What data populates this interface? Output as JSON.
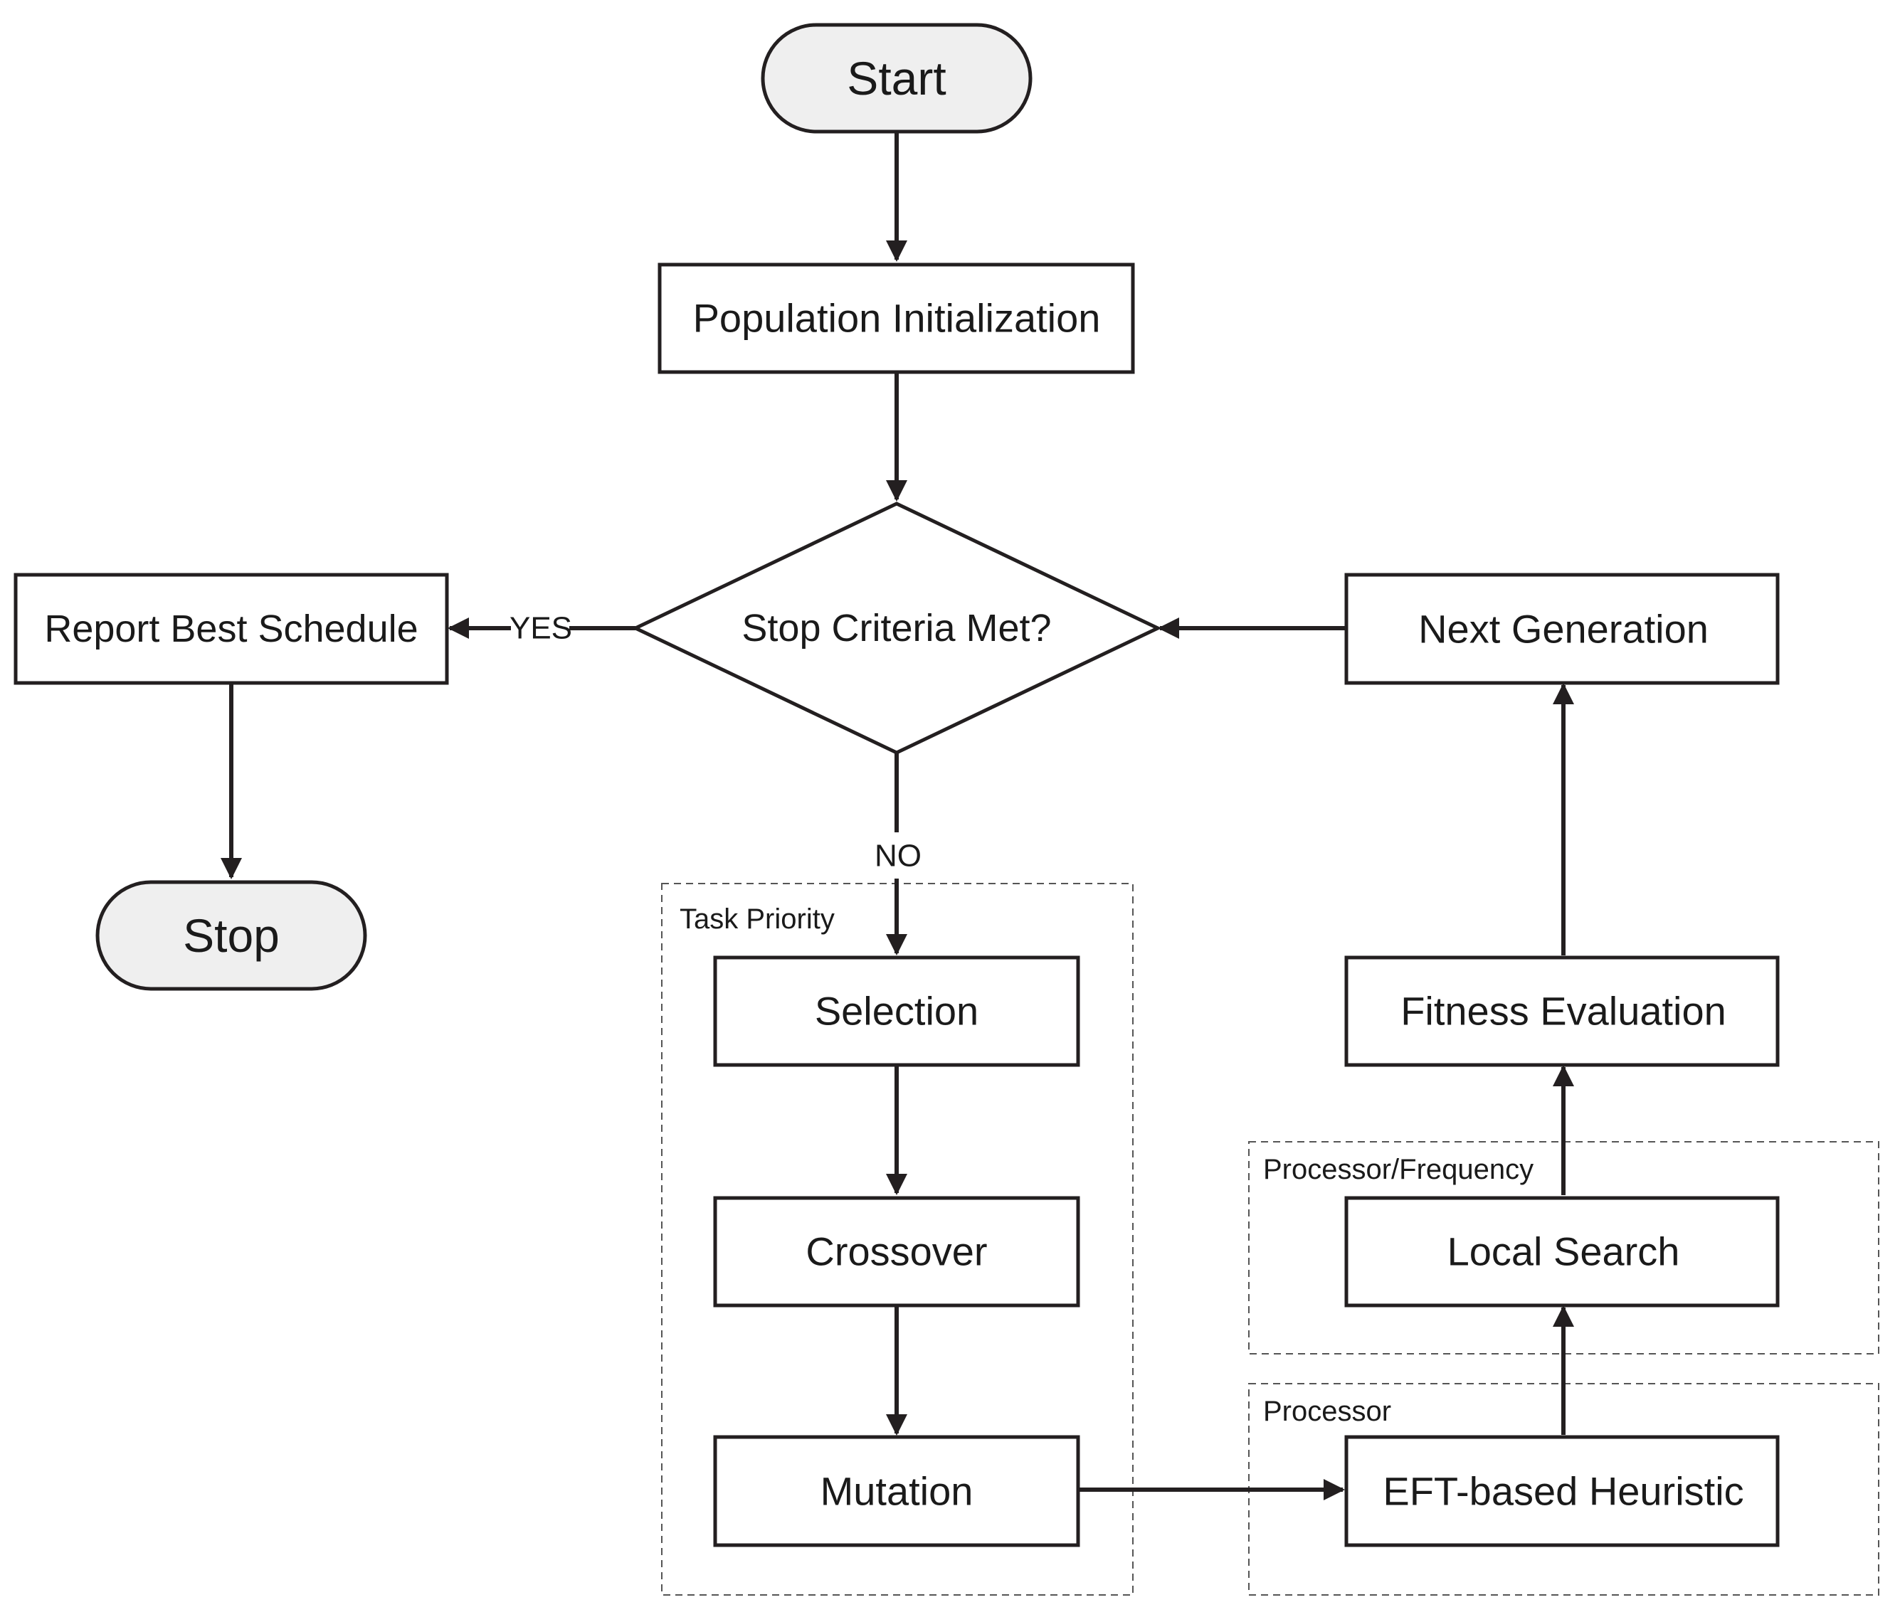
{
  "nodes": {
    "start": "Start",
    "population_init": "Population Initialization",
    "stop_criteria": "Stop Criteria Met?",
    "report_best": "Report Best Schedule",
    "stop": "Stop",
    "next_generation": "Next Generation",
    "selection": "Selection",
    "crossover": "Crossover",
    "mutation": "Mutation",
    "fitness_evaluation": "Fitness Evaluation",
    "local_search": "Local Search",
    "eft_heuristic": "EFT-based Heuristic"
  },
  "edge_labels": {
    "yes": "YES",
    "no": "NO"
  },
  "groups": {
    "task_priority": "Task Priority",
    "processor_frequency": "Processor/Frequency",
    "processor": "Processor"
  },
  "colors": {
    "stroke": "#231f20",
    "terminal_fill": "#efefef",
    "box_fill": "#ffffff",
    "group_border": "#555555"
  }
}
